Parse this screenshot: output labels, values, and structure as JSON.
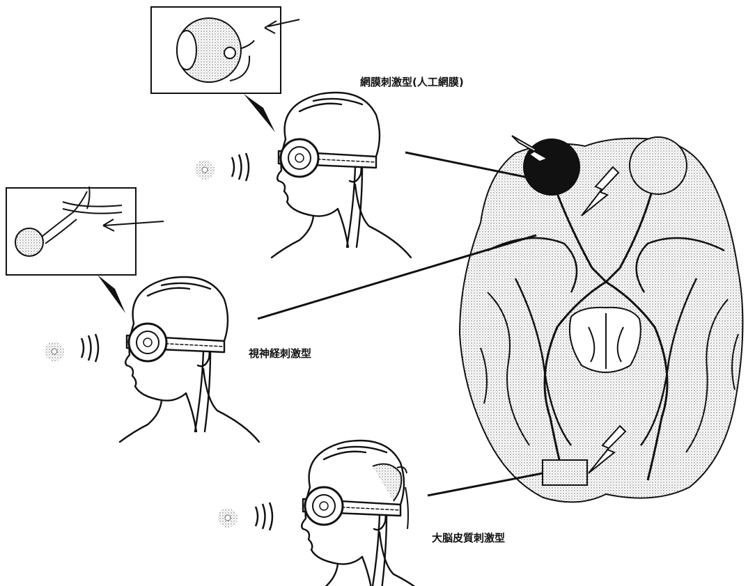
{
  "labels": {
    "retina": "網膜刺激型(人工網膜)",
    "optic_nerve": "視神経刺激型",
    "visual_cortex": "大脳皮質刺激型"
  }
}
